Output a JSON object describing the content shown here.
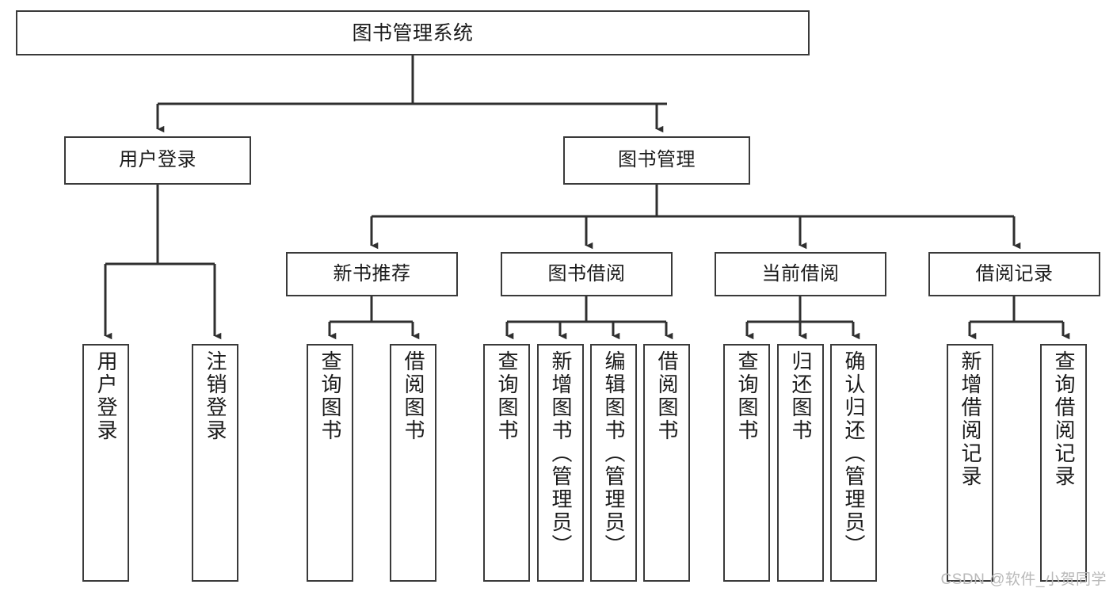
{
  "diagram": {
    "title_node": {
      "label": "图书管理系统"
    },
    "level2": [
      {
        "id": "user-login",
        "label": "用户登录"
      },
      {
        "id": "book-management",
        "label": "图书管理"
      }
    ],
    "level3": [
      {
        "id": "new-book-recommend",
        "label": "新书推荐"
      },
      {
        "id": "book-borrow",
        "label": "图书借阅"
      },
      {
        "id": "current-borrow",
        "label": "当前借阅"
      },
      {
        "id": "borrow-record",
        "label": "借阅记录"
      }
    ],
    "leaves": {
      "user_login": [
        {
          "id": "leaf-user-login",
          "label": "用户登录"
        },
        {
          "id": "leaf-logout-login",
          "label": "注销登录"
        }
      ],
      "new_book_recommend": [
        {
          "id": "leaf-query-book-1",
          "label": "查询图书"
        },
        {
          "id": "leaf-borrow-book-1",
          "label": "借阅图书"
        }
      ],
      "book_borrow": [
        {
          "id": "leaf-query-book-2",
          "label": "查询图书"
        },
        {
          "id": "leaf-add-book",
          "label": "新增图书（管理员）"
        },
        {
          "id": "leaf-edit-book",
          "label": "编辑图书（管理员）"
        },
        {
          "id": "leaf-borrow-book-2",
          "label": "借阅图书"
        }
      ],
      "current_borrow": [
        {
          "id": "leaf-query-book-3",
          "label": "查询图书"
        },
        {
          "id": "leaf-return-book",
          "label": "归还图书"
        },
        {
          "id": "leaf-confirm-return",
          "label": "确认归还（管理员）"
        }
      ],
      "borrow_record": [
        {
          "id": "leaf-add-record",
          "label": "新增借阅记录"
        },
        {
          "id": "leaf-query-record",
          "label": "查询借阅记录"
        }
      ]
    },
    "colors": {
      "border": "#3a3a3a",
      "text": "#1b1b1b",
      "background": "#ffffff",
      "watermark": "#b9b9b9"
    }
  },
  "watermark": {
    "text": "CSDN @软件_小贺同学"
  }
}
